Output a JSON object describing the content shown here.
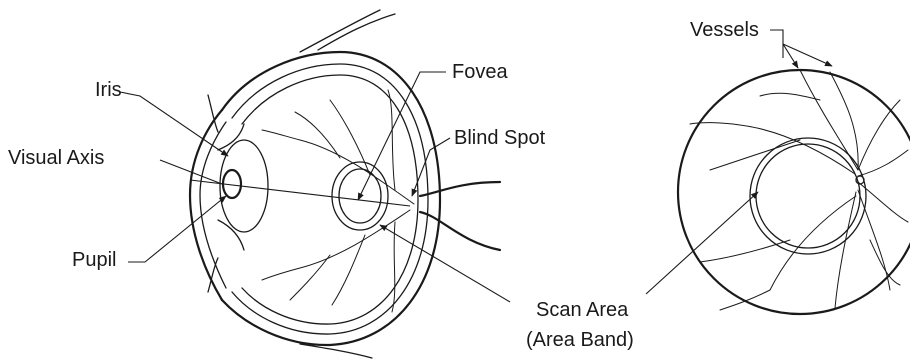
{
  "labels": {
    "iris": "Iris",
    "visual_axis": "Visual Axis",
    "pupil": "Pupil",
    "fovea": "Fovea",
    "blind_spot": "Blind Spot",
    "scan_area_line1": "Scan Area",
    "scan_area_line2": "(Area Band)",
    "vessels": "Vessels"
  },
  "colors": {
    "ink": "#1a1a1a",
    "background": "#ffffff"
  }
}
